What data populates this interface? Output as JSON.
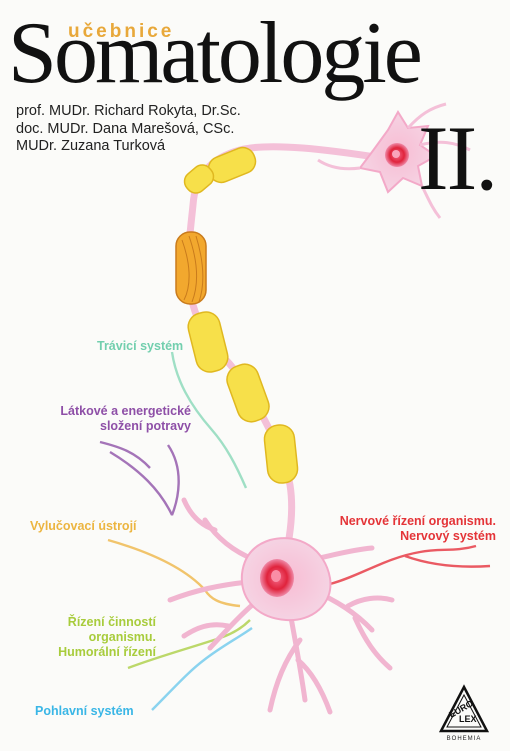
{
  "cover": {
    "kicker": "učebnice",
    "title": "Somatologie",
    "volume": "II.",
    "authors": [
      "prof. MUDr. Richard Rokyta, Dr.Sc.",
      "doc. MUDr. Dana Marešová, CSc.",
      "MUDr. Zuzana Turková"
    ]
  },
  "labels": {
    "travici": "Trávicí systém",
    "latkove_1": "Látkové a energetické",
    "latkove_2": "složení potravy",
    "vylucovaci": "Vylučovací ústrojí",
    "nervove_1": "Nervové řízení organismu.",
    "nervove_2": "Nervový systém",
    "rizeni_1": "Řízení činností",
    "rizeni_2": "organismu.",
    "rizeni_3": "Humorální řízení",
    "pohlavni": "Pohlavní systém"
  },
  "publisher": {
    "logo_word_1": "EURO",
    "logo_word_2": "LEX",
    "logo_sub": "BOHEMIA"
  },
  "colors": {
    "travici": "#72cfae",
    "latkove": "#8e4fa7",
    "vylucovaci": "#ecb540",
    "nervove": "#e43438",
    "rizeni": "#a8cc3c",
    "pohlavni": "#39b6e6",
    "neuron": "#f3c6dc",
    "myelin": "#f7e04a"
  }
}
